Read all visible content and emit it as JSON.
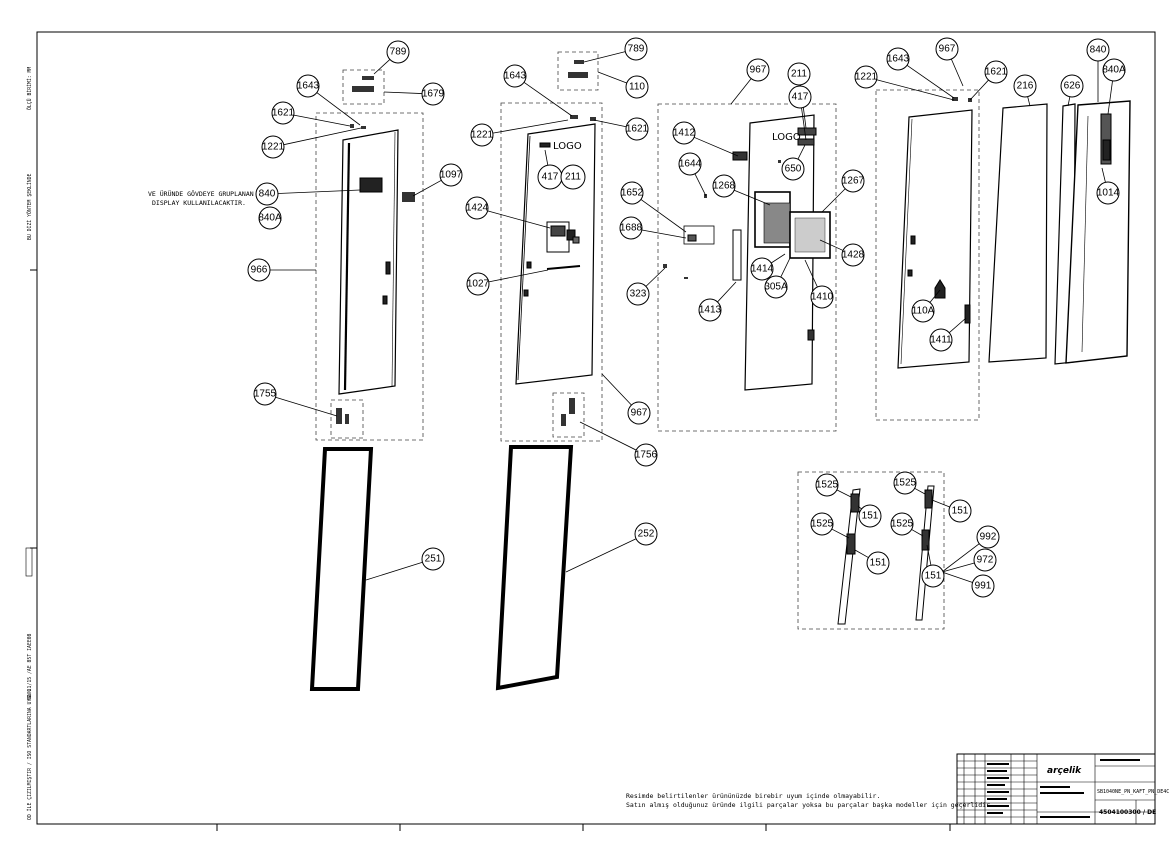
{
  "logo_labels": [
    "LOGO",
    "LOGO"
  ],
  "display_note": [
    "VE ÜRÜNDE GÖVDEYE GRUPLANAN",
    "DISPLAY KULLANILACAKTIR."
  ],
  "bottom_note": [
    "Resimde belirtilenler ürününüzde birebir uyum içinde olmayabilir.",
    "Satın almış olduğunuz üründe ilgili parçalar yoksa bu parçalar başka modeller için geçerlidir."
  ],
  "side_labels": [
    "BU DİZİ YÖNTEM ŞEKLİNDE",
    "ÖLÇÜ BİRİMİ: MM",
    "OD İLE ÇIZILMIŞTIR / ISO STANDARTLARINA UYGUN",
    "OD 11/15 /AE 85T IAEE08"
  ],
  "title_block": {
    "brand": "arçelik",
    "model": "SB1040NE_PN_KAFT_PN_DE4C",
    "drawing_number": "4504100300 / DE"
  },
  "callouts": [
    {
      "id": "c789a",
      "label": "789"
    },
    {
      "id": "c1643a",
      "label": "1643"
    },
    {
      "id": "c1679",
      "label": "1679"
    },
    {
      "id": "c1621a",
      "label": "1621"
    },
    {
      "id": "c1221a",
      "label": "1221"
    },
    {
      "id": "c840a",
      "label": "840"
    },
    {
      "id": "c840Aa",
      "label": "840A"
    },
    {
      "id": "c1097",
      "label": "1097"
    },
    {
      "id": "c966",
      "label": "966"
    },
    {
      "id": "c1755",
      "label": "1755"
    },
    {
      "id": "c251",
      "label": "251"
    },
    {
      "id": "c789b",
      "label": "789"
    },
    {
      "id": "c110",
      "label": "110"
    },
    {
      "id": "c1643b",
      "label": "1643"
    },
    {
      "id": "c1621b",
      "label": "1621"
    },
    {
      "id": "c1221b",
      "label": "1221"
    },
    {
      "id": "c417a",
      "label": "417"
    },
    {
      "id": "c211a",
      "label": "211"
    },
    {
      "id": "c1424",
      "label": "1424"
    },
    {
      "id": "c1027",
      "label": "1027"
    },
    {
      "id": "c967a",
      "label": "967"
    },
    {
      "id": "c1756",
      "label": "1756"
    },
    {
      "id": "c252",
      "label": "252"
    },
    {
      "id": "c967b",
      "label": "967"
    },
    {
      "id": "c211b",
      "label": "211"
    },
    {
      "id": "c417b",
      "label": "417"
    },
    {
      "id": "c650",
      "label": "650"
    },
    {
      "id": "c1412",
      "label": "1412"
    },
    {
      "id": "c1644",
      "label": "1644"
    },
    {
      "id": "c1268",
      "label": "1268"
    },
    {
      "id": "c1267",
      "label": "1267"
    },
    {
      "id": "c1652",
      "label": "1652"
    },
    {
      "id": "c1688",
      "label": "1688"
    },
    {
      "id": "c1428",
      "label": "1428"
    },
    {
      "id": "c1414",
      "label": "1414"
    },
    {
      "id": "c305A",
      "label": "305A"
    },
    {
      "id": "c1410",
      "label": "1410"
    },
    {
      "id": "c323",
      "label": "323"
    },
    {
      "id": "c1413",
      "label": "1413"
    },
    {
      "id": "c1643c",
      "label": "1643"
    },
    {
      "id": "c967c",
      "label": "967"
    },
    {
      "id": "c1221c",
      "label": "1221"
    },
    {
      "id": "c1621c",
      "label": "1621"
    },
    {
      "id": "c216",
      "label": "216"
    },
    {
      "id": "c840b",
      "label": "840"
    },
    {
      "id": "c626",
      "label": "626"
    },
    {
      "id": "c840Ab",
      "label": "840A"
    },
    {
      "id": "c1014",
      "label": "1014"
    },
    {
      "id": "c110A",
      "label": "110A"
    },
    {
      "id": "c1411",
      "label": "1411"
    },
    {
      "id": "c1525a",
      "label": "1525"
    },
    {
      "id": "c151a",
      "label": "151"
    },
    {
      "id": "c1525b",
      "label": "1525"
    },
    {
      "id": "c151b",
      "label": "151"
    },
    {
      "id": "c1525c",
      "label": "1525"
    },
    {
      "id": "c151c",
      "label": "151"
    },
    {
      "id": "c1525d",
      "label": "1525"
    },
    {
      "id": "c151d",
      "label": "151"
    },
    {
      "id": "c992",
      "label": "992"
    },
    {
      "id": "c972",
      "label": "972"
    },
    {
      "id": "c991",
      "label": "991"
    }
  ]
}
